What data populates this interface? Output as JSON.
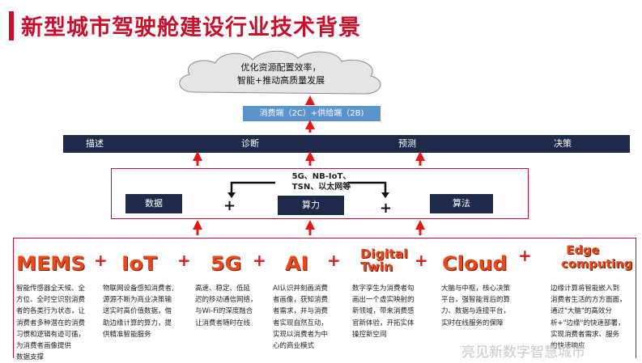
{
  "title": "新型城市驾驶舱建设行业技术背景",
  "cloud": {
    "line1": "优化资源配置效率，",
    "line2": "智能+推动高质量发展"
  },
  "consumer_box": "消费端（2C）+供给端（2B)",
  "banner": [
    "描述",
    "诊断",
    "预测",
    "决策"
  ],
  "middle": {
    "data_label": "数据",
    "compute_label": "算力",
    "algorithm_label": "算法",
    "network_line1": "5G、NB-IoT、",
    "network_line2": "TSN、以太网等",
    "plus": "+"
  },
  "technologies": [
    {
      "name": "MEMS",
      "desc": [
        "智能传感器全天候、全",
        "方位、全时空识别消费",
        "者的各类行为状态，让",
        "消费者多种潜在的消费",
        "习惯和逻辑有迹可循，",
        "为消费者画像提供",
        "数据支撑"
      ]
    },
    {
      "name": "IoT",
      "desc": [
        "物联网设备感知消费者,",
        "源源不断为商业决策输",
        "送实时高价值数据，借",
        "助边缘计算的算力，提",
        "供精准智能服务"
      ]
    },
    {
      "name": "5G",
      "desc": [
        "高速、稳定、低延",
        "迟的移动通信网络，",
        "与Wi-Fi的深度融合",
        "让消费者随时在线"
      ]
    },
    {
      "name": "AI",
      "desc": [
        "AI认识并刻画消费",
        "者画像，获知消费",
        "者需求，并与消费",
        "者实现自然互动，",
        "实现以消费者为中",
        "心的商业模式"
      ]
    },
    {
      "name_line1": "Digital",
      "name_line2": "Twin",
      "desc": [
        "数字孪生为消费者勾",
        "画出一个虚实映射的",
        "新领域，带来消费感",
        "官新体验，开拓实体",
        "操控新空间"
      ]
    },
    {
      "name": "Cloud",
      "desc": [
        "大脑与中枢，核心决策",
        "平台，强智能背后的算",
        "力、数据与连接平台，",
        "实时在线服务的保障"
      ]
    },
    {
      "name_line1": "Edge",
      "name_line2": "computing",
      "desc": [
        "边缘计算将智能嵌入到",
        "消费者生活的方方面面，",
        "通过\"大脑\"的高效分",
        "析+\"边缘\"的快速部署，",
        "实现消费者需求、服务",
        "的快速响应"
      ]
    }
  ],
  "plus_sign": "+",
  "watermark": "亮见新数字智慧城市",
  "colors": {
    "accent": "#c8102e",
    "navy": "#1f2a4a",
    "blue": "#5b93cc",
    "tech_orange": "#e64a1c"
  }
}
